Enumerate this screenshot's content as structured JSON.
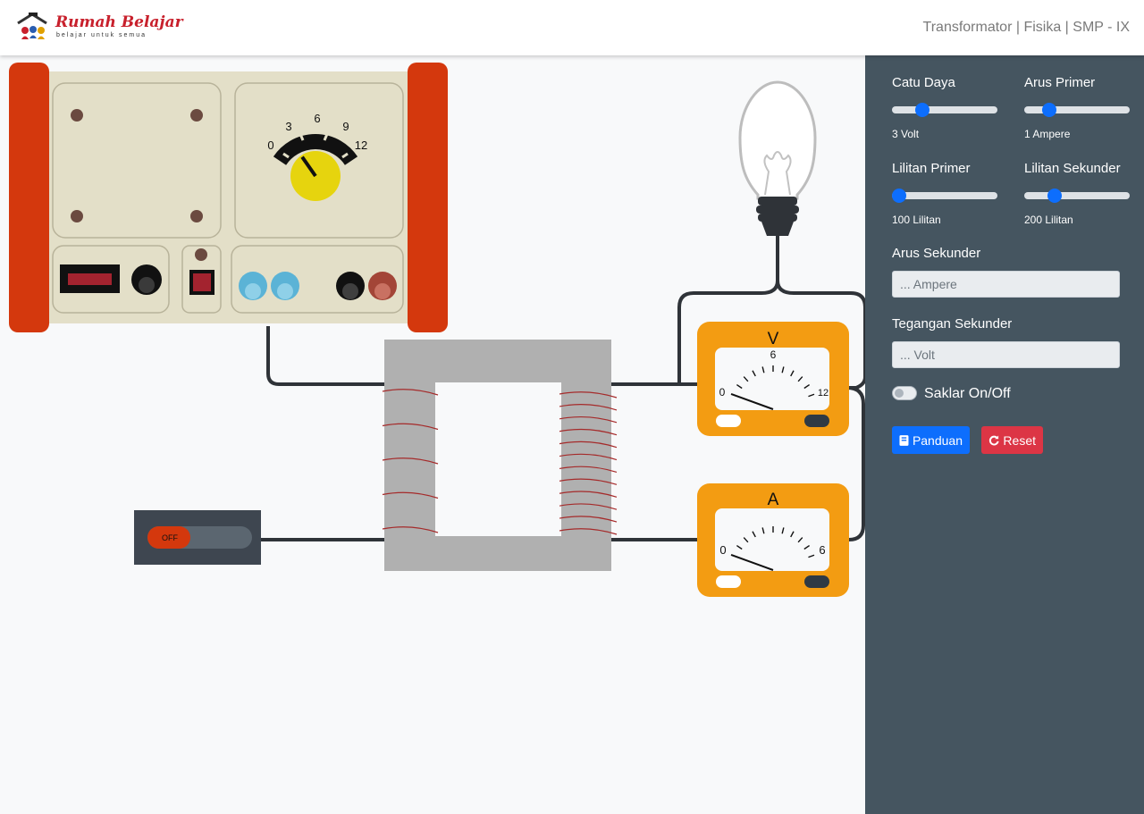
{
  "header": {
    "brand_name": "Rumah Belajar",
    "brand_tagline": "belajar untuk semua",
    "page_title": "Transformator | Fisika | SMP - IX"
  },
  "power_supply": {
    "dial_ticks": [
      "0",
      "3",
      "6",
      "9",
      "12"
    ],
    "dial_value": 3,
    "dial_max": 12
  },
  "switch_box": {
    "label": "OFF"
  },
  "voltmeter": {
    "symbol": "V",
    "scale_min": "0",
    "scale_mid": "6",
    "scale_max": "12",
    "reading": 0,
    "range": 12
  },
  "ammeter": {
    "symbol": "A",
    "scale_min": "0",
    "scale_max": "6",
    "reading": 0,
    "range": 6
  },
  "panel": {
    "catu_daya": {
      "label": "Catu Daya",
      "value_text": "3 Volt",
      "fraction": 0.25
    },
    "arus_primer": {
      "label": "Arus Primer",
      "value_text": "1 Ampere",
      "fraction": 0.2
    },
    "lilitan_primer": {
      "label": "Lilitan Primer",
      "value_text": "100 Lilitan",
      "fraction": 0.0
    },
    "lilitan_sekunder": {
      "label": "Lilitan Sekunder",
      "value_text": "200 Lilitan",
      "fraction": 0.25
    },
    "arus_sekunder": {
      "label": "Arus Sekunder",
      "placeholder": "... Ampere"
    },
    "tegangan_sekunder": {
      "label": "Tegangan Sekunder",
      "placeholder": "... Volt"
    },
    "switch_label": "Saklar On/Off",
    "switch_on": false,
    "guide_button": "Panduan",
    "reset_button": "Reset"
  },
  "colors": {
    "panel_bg": "#455560",
    "primary": "#0d6efd",
    "danger": "#dc3545",
    "meter_orange": "#f39c12",
    "supply_side": "#d4380d",
    "core_gray": "#b0b0b0",
    "coil_wire": "#a52a2a"
  }
}
